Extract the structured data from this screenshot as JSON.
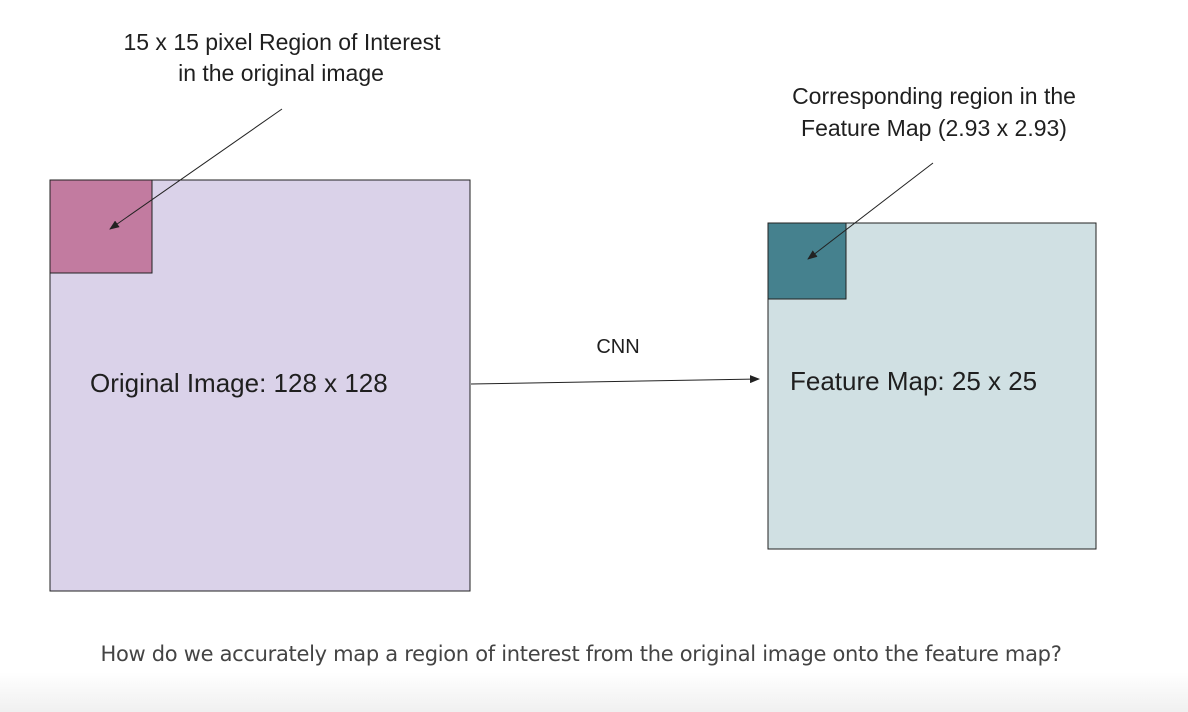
{
  "diagram": {
    "roi_label_line1": "15 x 15 pixel Region of Interest",
    "roi_label_line2": "in the original image",
    "feature_roi_label_line1": "Corresponding region in the",
    "feature_roi_label_line2": "Feature Map (2.93 x 2.93)",
    "original_image_label": "Original Image: 128 x 128",
    "arrow_label": "CNN",
    "feature_map_label": "Feature Map: 25 x 25",
    "colors": {
      "original_image_fill": "#dad2e9",
      "roi_fill": "#c27ba0",
      "feature_map_fill": "#d0e0e3",
      "feature_roi_fill": "#45818e",
      "border": "#222222"
    }
  },
  "caption": "How do we accurately map a region of interest from the original image onto the feature map?"
}
